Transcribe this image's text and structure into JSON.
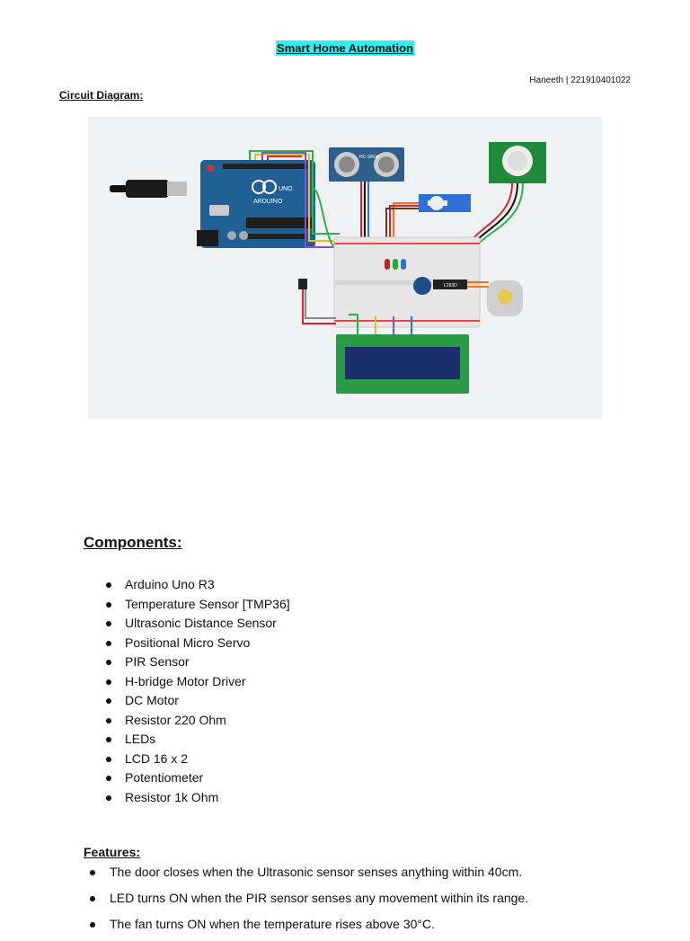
{
  "header": {
    "title": "Smart Home Automation",
    "author": "Haneeth | 221910401022"
  },
  "circuit": {
    "heading": "Circuit Diagram:",
    "labels": {
      "arduino_brand": "ARDUINO",
      "arduino_model": "UNO",
      "ultrasonic_label": "HC-SR04",
      "driver_label": "L293D"
    }
  },
  "components": {
    "heading": "Components:",
    "items": [
      "Arduino Uno R3",
      "Temperature Sensor [TMP36]",
      "Ultrasonic Distance Sensor",
      "Positional Micro Servo",
      "PIR Sensor",
      "H-bridge Motor Driver",
      "DC Motor",
      "Resistor 220 Ohm",
      "LEDs",
      "LCD 16 x 2",
      "Potentiometer",
      "Resistor 1k Ohm"
    ]
  },
  "features": {
    "heading": "Features:",
    "items": [
      "The door closes when the Ultrasonic sensor senses anything within 40cm.",
      "LED turns ON when the PIR sensor senses any movement within its range.",
      "The fan turns ON when the temperature rises above 30°C."
    ]
  }
}
